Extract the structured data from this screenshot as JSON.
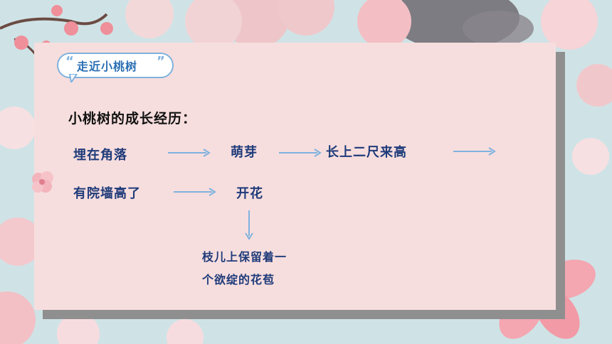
{
  "badge": {
    "label": "走近小桃树"
  },
  "heading": "小桃树的成长经历：",
  "steps": {
    "s1": "埋在角落",
    "s2": "萌芽",
    "s3": "长上二尺来高",
    "s4": "有院墙高了",
    "s5": "开花"
  },
  "note": {
    "line1": "枝儿上保留着一",
    "line2": "个欲绽的花苞"
  },
  "colors": {
    "card": "#f7dede",
    "accent": "#7fb2de",
    "text": "#1f3b7a",
    "background": "#cfe3e6"
  },
  "icons": [
    "quote-mark-icon",
    "arrow-right-icon",
    "arrow-down-icon",
    "peach-blossom-icon"
  ]
}
